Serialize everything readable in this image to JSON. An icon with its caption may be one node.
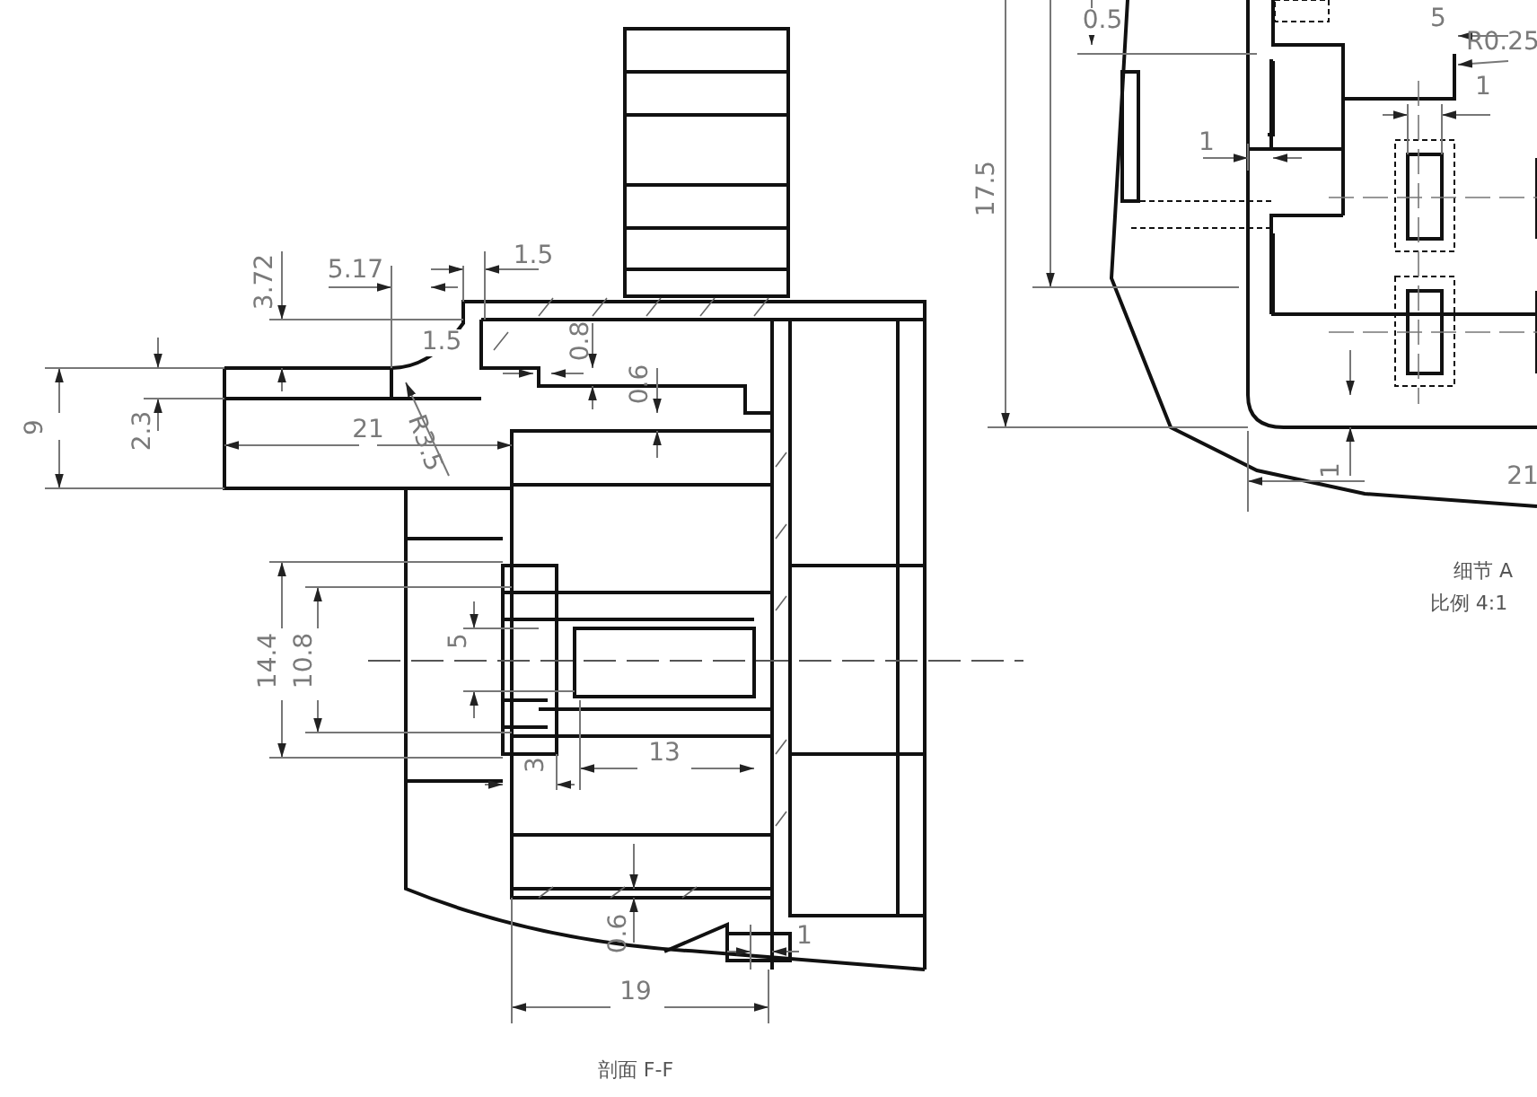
{
  "diagram": {
    "labels": [
      "3.72",
      "5.17",
      "1.5",
      "1.5",
      "0.8",
      "0.6",
      "9",
      "2.3",
      "21",
      "R3.5",
      "14.4",
      "10.8",
      "5",
      "13",
      "3",
      "0.6",
      "1",
      "19",
      "剖面 F-F",
      "0.5",
      "5",
      "R0.25",
      "1",
      "1",
      "17.5",
      "1",
      "21",
      "细节 A",
      "比例 4:1"
    ]
  }
}
